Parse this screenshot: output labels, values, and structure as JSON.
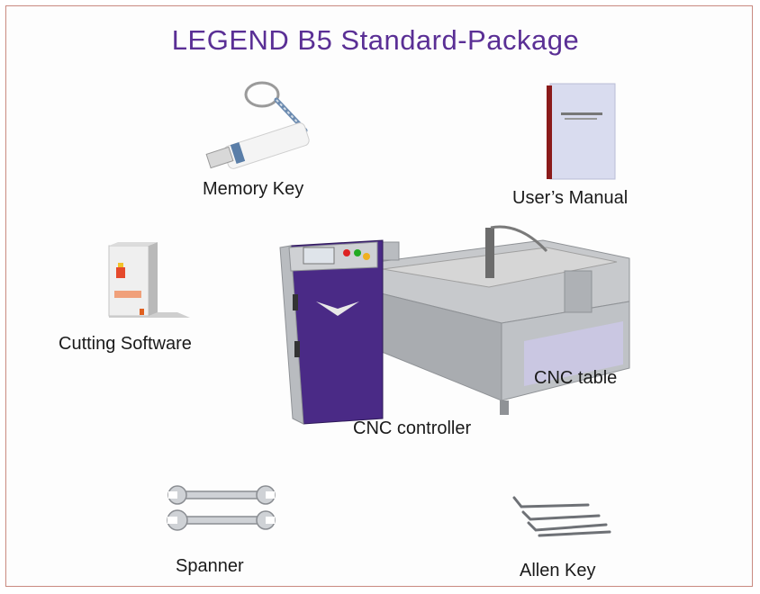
{
  "title": "LEGEND B5 Standard-Package",
  "items": {
    "memory_key": {
      "label": "Memory Key",
      "icon": "usb-drive-icon"
    },
    "users_manual": {
      "label": "User’s Manual",
      "icon": "manual-book-icon"
    },
    "cutting_software": {
      "label": "Cutting Software",
      "icon": "software-box-icon"
    },
    "cnc_table": {
      "label": "CNC table",
      "icon": "cnc-table-icon"
    },
    "cnc_controller": {
      "label": "CNC controller",
      "icon": "cnc-controller-icon"
    },
    "spanner": {
      "label": "Spanner",
      "icon": "spanner-icon"
    },
    "allen_key": {
      "label": "Allen Key",
      "icon": "allen-key-icon"
    }
  },
  "colors": {
    "title": "#5a2f95",
    "border": "#c98a80",
    "controller_panel": "#4a2a86",
    "metal": "#b9bcc0"
  }
}
